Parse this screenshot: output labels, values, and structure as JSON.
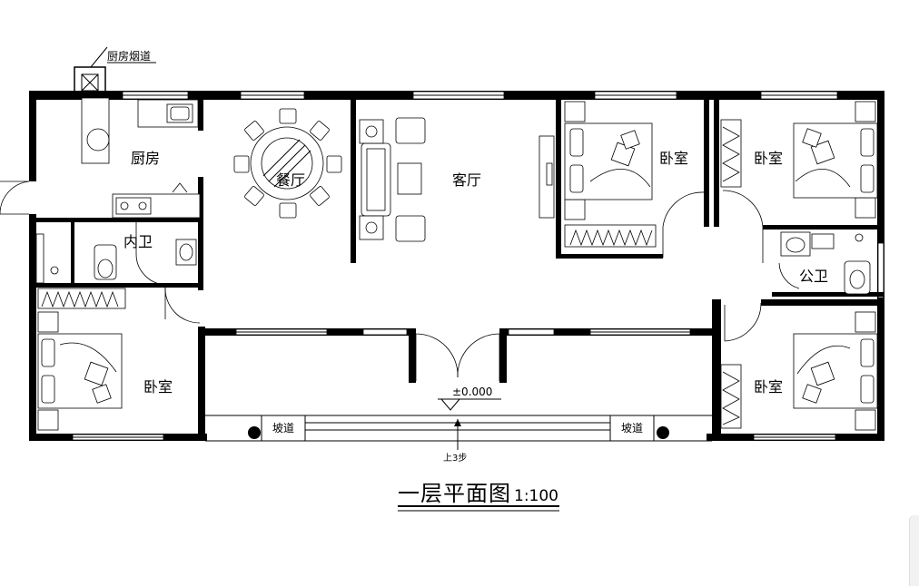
{
  "rooms": {
    "kitchen_flue": "厨房烟道",
    "kitchen": "厨房",
    "dining": "餐厅",
    "living": "客厅",
    "bedroom_top_mid": "卧室",
    "bedroom_top_right": "卧室",
    "ensuite_bath": "内卫",
    "public_bath": "公卫",
    "bedroom_bottom_left": "卧室",
    "bedroom_bottom_right": "卧室"
  },
  "annotations": {
    "elevation": "±0.000",
    "ramp_left": "坡道",
    "ramp_right": "坡道",
    "steps": "上3步"
  },
  "footer": {
    "title": "一层平面图",
    "scale": "1:100"
  }
}
